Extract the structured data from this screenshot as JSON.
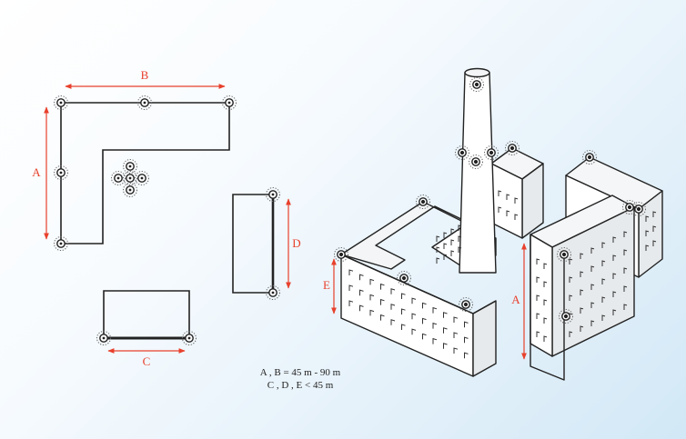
{
  "labels": {
    "a_plan": "A",
    "b_plan": "B",
    "c_plan": "C",
    "d_plan": "D",
    "e_iso": "E",
    "a_iso": "A"
  },
  "caption": {
    "line1": "A , B = 45 m - 90 m",
    "line2": "C , D , E < 45 m"
  },
  "colors": {
    "dimension": "#e8402c",
    "outline": "#222222",
    "background_light": "#ffffff",
    "background_blue": "#d2e8f6"
  },
  "icons": [
    "lightning-rod-node-icon"
  ]
}
